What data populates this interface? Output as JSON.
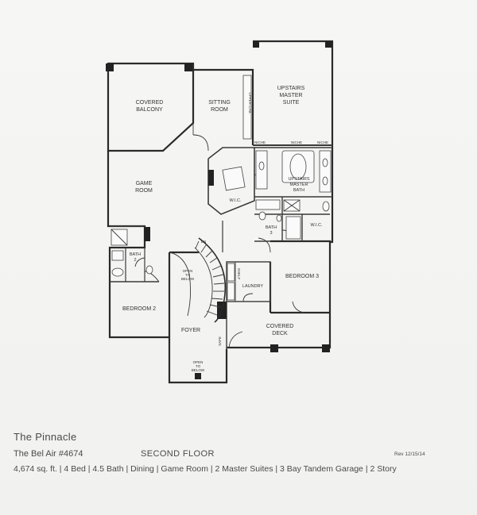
{
  "plan": {
    "rooms": {
      "covered_balcony": [
        "COVERED",
        "BALCONY"
      ],
      "sitting_room": [
        "SITTING",
        "ROOM"
      ],
      "upstairs_master_suite": [
        "UPSTAIRS",
        "MASTER",
        "SUITE"
      ],
      "game_room": [
        "GAME",
        "ROOM"
      ],
      "wic_master": "W.I.C.",
      "upstairs_master_bath": [
        "UPSTAIRS",
        "MASTER",
        "BATH"
      ],
      "bath_3": [
        "BATH",
        "3"
      ],
      "wic_3": "W.I.C.",
      "bath_2": [
        "BATH",
        "2"
      ],
      "bedroom_2": "BEDROOM 2",
      "bedroom_3": "BEDROOM 3",
      "laundry": "LAUNDRY",
      "foyer": "FOYER",
      "covered_deck": [
        "COVERED",
        "DECK"
      ]
    },
    "small_labels": {
      "open_below_stair": [
        "OPEN",
        "TO",
        "BELOW"
      ],
      "open_below_entry": [
        "OPEN",
        "TO",
        "BELOW"
      ],
      "niche_1": "NICHE",
      "niche_2": "NICHE",
      "niche_3": "NICHE",
      "upper_cab": "UPPER CAB.",
      "shelf": "SHELF",
      "dn": "DN",
      "safe_nook": "SAFE"
    }
  },
  "footer": {
    "community": "The Pinnacle",
    "model": "The Bel Air #4674",
    "floor": "SECOND FLOOR",
    "revision": "Rev 12/15/14",
    "specs": "4,674 sq. ft. | 4 Bed | 4.5 Bath | Dining | Game Room  | 2 Master Suites | 3 Bay Tandem Garage | 2 Story"
  }
}
